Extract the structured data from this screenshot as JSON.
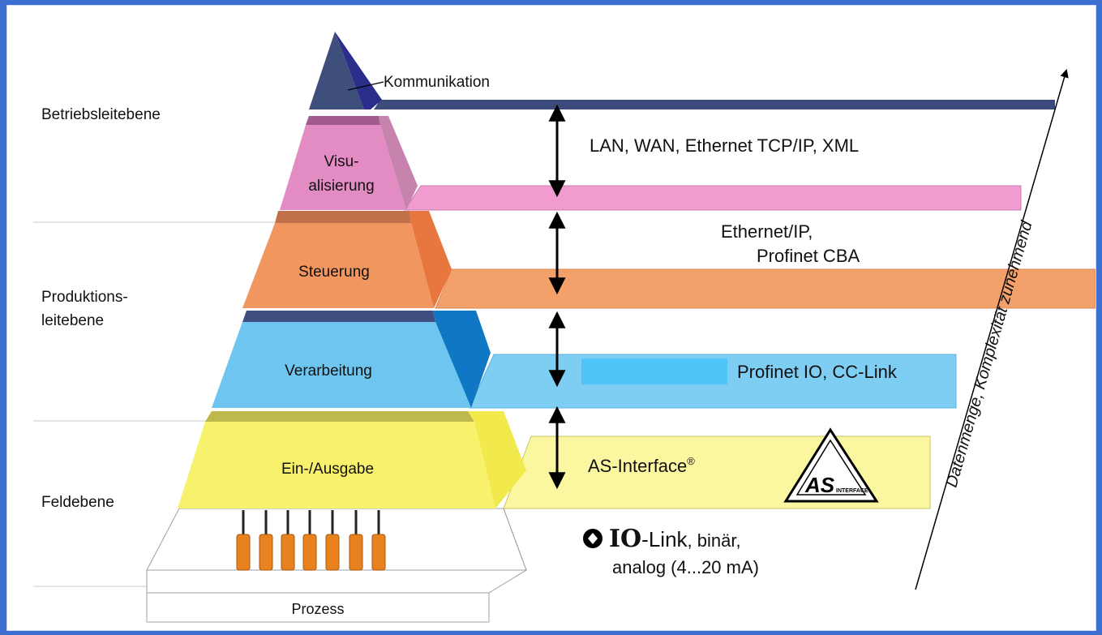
{
  "levels": {
    "top": "Betriebsleitebene",
    "middle_line1": "Produktions-",
    "middle_line2": "leitebene",
    "bottom": "Feldebene"
  },
  "pyramid": {
    "apex_label": "Kommunikation",
    "layer1_line1": "Visu-",
    "layer1_line2": "alisierung",
    "layer2": "Steuerung",
    "layer3": "Verarbeitung",
    "layer4": "Ein-/Ausgabe",
    "base": "Prozess"
  },
  "networks": {
    "band1": "LAN, WAN, Ethernet TCP/IP, XML",
    "band2_line1": "Ethernet/IP,",
    "band2_line2": "Profinet CBA",
    "band3": "Profinet IO, CC-Link",
    "band4": "AS-Interface",
    "band4_mark": "®",
    "asi_logo_text": "AS",
    "asi_logo_sub": "INTERFACE",
    "iolink_bold": "IO",
    "iolink_rest": "-Link",
    "iolink_suffix": ", binär,",
    "iolink_line2": "analog (4...20 mA)"
  },
  "axis_label": "Datenmenge, Komplexität zunehmend",
  "colors": {
    "apex": "#3f4f7c",
    "apex_side": "#2a2e8a",
    "dark_band": "#3b4a7a",
    "visual_front": "#e38cc4",
    "visual_top": "#a15a8c",
    "visual_side": "#c583ad",
    "visual_band": "#f19bd0",
    "control_front": "#f2965f",
    "control_top": "#c0714a",
    "control_side": "#e8773f",
    "control_band": "#f3a06b",
    "process_front": "#6ec6f0",
    "process_top": "#3e4f7f",
    "process_side": "#0f77c4",
    "process_band": "#7ecdf3",
    "io_front": "#f8f16b",
    "io_top": "#bfb84d",
    "io_side": "#f2ea4c",
    "io_band": "#fbf6a0",
    "sensor": "#e8821e"
  }
}
